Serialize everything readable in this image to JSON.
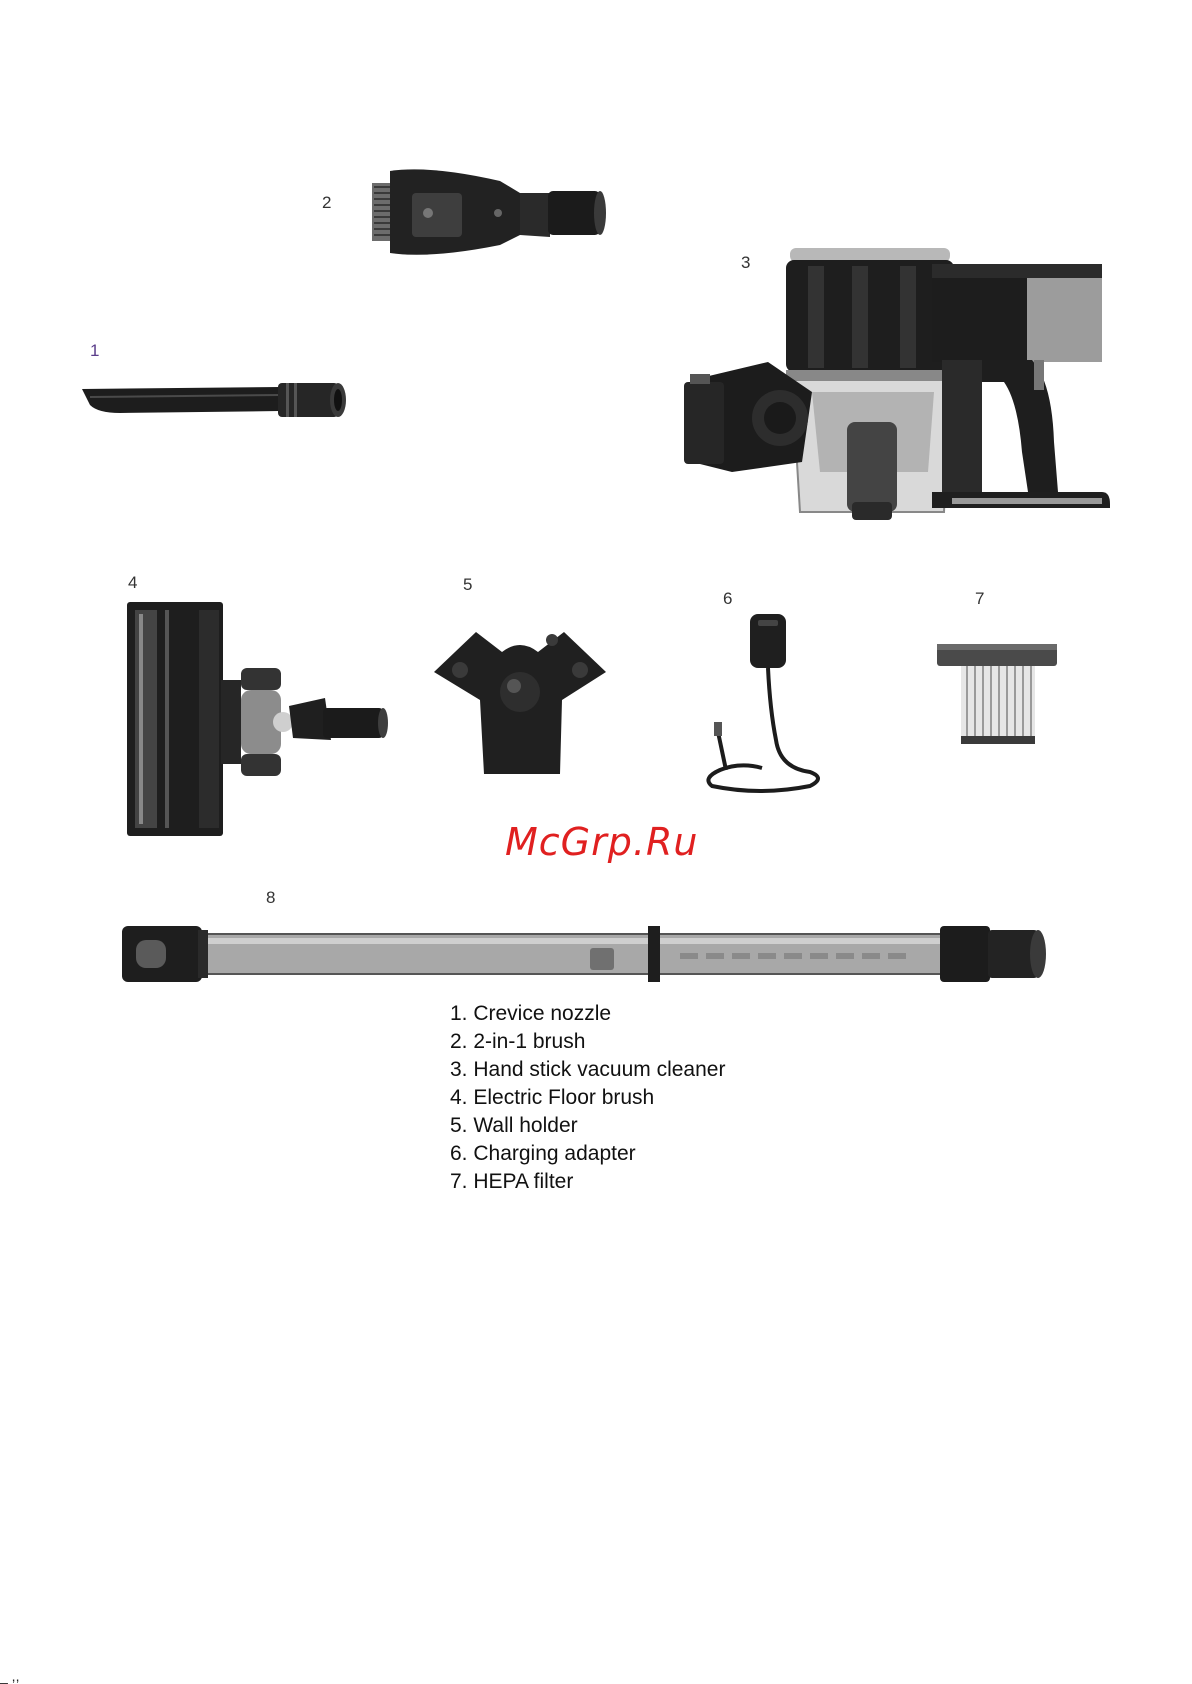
{
  "figure": {
    "parts": [
      {
        "number": "1",
        "name": "crevice-nozzle"
      },
      {
        "number": "2",
        "name": "2-in-1-brush"
      },
      {
        "number": "3",
        "name": "hand-stick-vacuum-cleaner"
      },
      {
        "number": "4",
        "name": "electric-floor-brush"
      },
      {
        "number": "5",
        "name": "wall-holder"
      },
      {
        "number": "6",
        "name": "charging-adapter"
      },
      {
        "number": "7",
        "name": "hepa-filter"
      },
      {
        "number": "8",
        "name": "extension-tube"
      }
    ]
  },
  "watermark": "McGrp.Ru",
  "legend": [
    "1. Crevice nozzle",
    "2. 2-in-1 brush",
    "3. Hand stick vacuum cleaner",
    "4. Electric Floor brush",
    "5. Wall holder",
    "6. Charging adapter",
    "7. HEPA filter"
  ],
  "footer": {
    "corner_mark": "_ ,,"
  },
  "colors": {
    "watermark": "#e02020",
    "part_dark": "#1e1e1e",
    "part_grey": "#8a8a8a",
    "part_light": "#c9c9c9"
  }
}
